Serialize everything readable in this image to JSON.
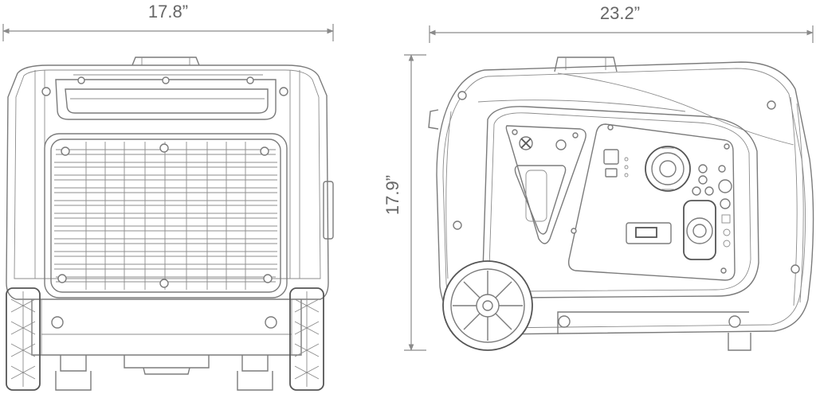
{
  "dimensions": {
    "width_front": "17.8”",
    "length_side": "23.2”",
    "height": "17.9”"
  },
  "colors": {
    "line": "#7b7b7b",
    "dimension_text": "#666666",
    "background": "#ffffff"
  },
  "icons": {
    "front_view": "generator-front-outline",
    "side_view": "generator-side-outline"
  }
}
